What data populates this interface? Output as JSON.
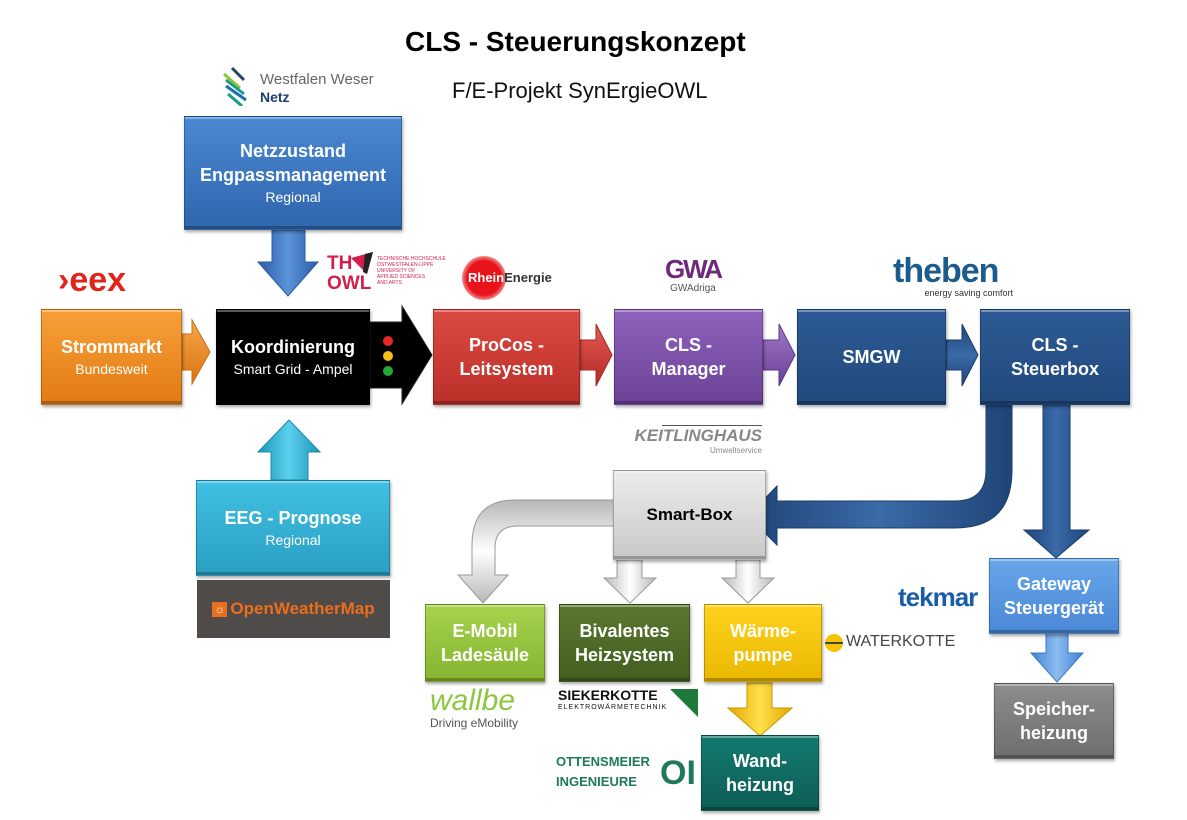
{
  "header": {
    "title": "CLS - Steuerungskonzept",
    "subtitle": "F/E-Projekt SynErgieOWL"
  },
  "boxes": {
    "netzzustand": {
      "line1": "Netzzustand",
      "line2": "Engpassmanagement",
      "line3": "Regional",
      "color": "#3b78c4"
    },
    "strommarkt": {
      "line1": "Strommarkt",
      "line2": "Bundesweit",
      "color": "#f08a24"
    },
    "koordinierung": {
      "line1": "Koordinierung",
      "line2": "Smart Grid - Ampel",
      "color": "#000000"
    },
    "procos": {
      "line1": "ProCos -",
      "line2": "Leitsystem",
      "color": "#d03a33"
    },
    "cls_manager": {
      "line1": "CLS -",
      "line2": "Manager",
      "color": "#7b4fa8"
    },
    "smgw": {
      "line1": "SMGW",
      "color": "#264f86"
    },
    "cls_steuerbox": {
      "line1": "CLS -",
      "line2": "Steuerbox",
      "color": "#264f86"
    },
    "eeg_prognose": {
      "line1": "EEG - Prognose",
      "line2": "Regional",
      "color": "#33b2d6"
    },
    "smart_box": {
      "line1": "Smart-Box",
      "color": "#d9d9d9"
    },
    "emobil": {
      "line1": "E-Mobil",
      "line2": "Ladesäule",
      "color": "#96c43c"
    },
    "bivalent": {
      "line1": "Bivalentes",
      "line2": "Heizsystem",
      "color": "#4f6a28"
    },
    "waermepumpe": {
      "line1": "Wärme-",
      "line2": "pumpe",
      "color": "#f5c400"
    },
    "wandheizung": {
      "line1": "Wand-",
      "line2": "heizung",
      "color": "#0f6b63"
    },
    "gateway": {
      "line1": "Gateway",
      "line2": "Steuergerät",
      "color": "#5b9be0"
    },
    "speicher": {
      "line1": "Speicher-",
      "line2": "heizung",
      "color": "#808080"
    }
  },
  "traffic_light": {
    "colors": [
      "#e8262a",
      "#f2c018",
      "#22a93a"
    ]
  },
  "logos": {
    "westfalen_weser": {
      "line1": "Westfalen Weser",
      "line2": "Netz"
    },
    "eex": {
      "text": "eex",
      "mark": "›"
    },
    "th_owl": {
      "line1": "TH",
      "line2": "OWL",
      "sub": [
        "TECHNISCHE HOCHSCHULE",
        "OSTWESTFALEN-LIPPE",
        "UNIVERSITY OF",
        "APPLIED SCIENCES",
        "AND ARTS"
      ]
    },
    "rheinenergie": {
      "part1": "Rhein",
      "part2": "Energie"
    },
    "gwadriga": {
      "mark": "GWA",
      "text": "GWAdriga"
    },
    "theben": {
      "text": "theben",
      "tagline": "energy saving comfort"
    },
    "keitlinghaus": {
      "text": "KEITLINGHAUS",
      "sub": "Umweltservice"
    },
    "openweathermap": {
      "text": "OpenWeatherMap"
    },
    "tekmar": {
      "text": "tekmar"
    },
    "waterkotte": {
      "text": "WATERKOTTE"
    },
    "wallbe": {
      "text": "wallbe",
      "sub": "Driving eMobility"
    },
    "siekerkotte": {
      "text": "SIEKERKOTTE",
      "sub": "ELEKTROWÄRMETECHNIK"
    },
    "ottensmeier": {
      "line1": "OTTENSMEIER",
      "line2": "INGENIEURE",
      "mark": "OI"
    }
  }
}
